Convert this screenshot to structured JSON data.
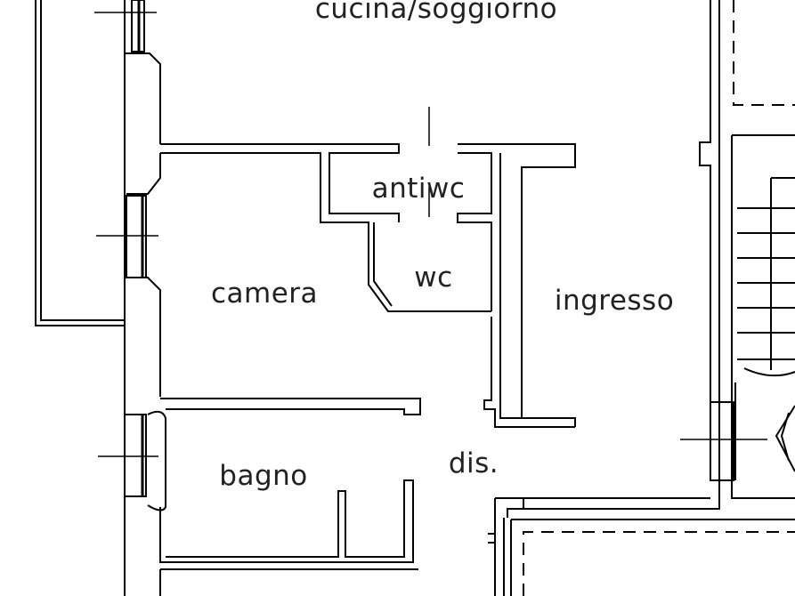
{
  "rooms": {
    "cucina": "cucina/soggiorno",
    "antiwc": "antiwc",
    "wc": "wc",
    "camera": "camera",
    "ingresso": "ingresso",
    "bagno": "bagno",
    "dis": "dis."
  }
}
